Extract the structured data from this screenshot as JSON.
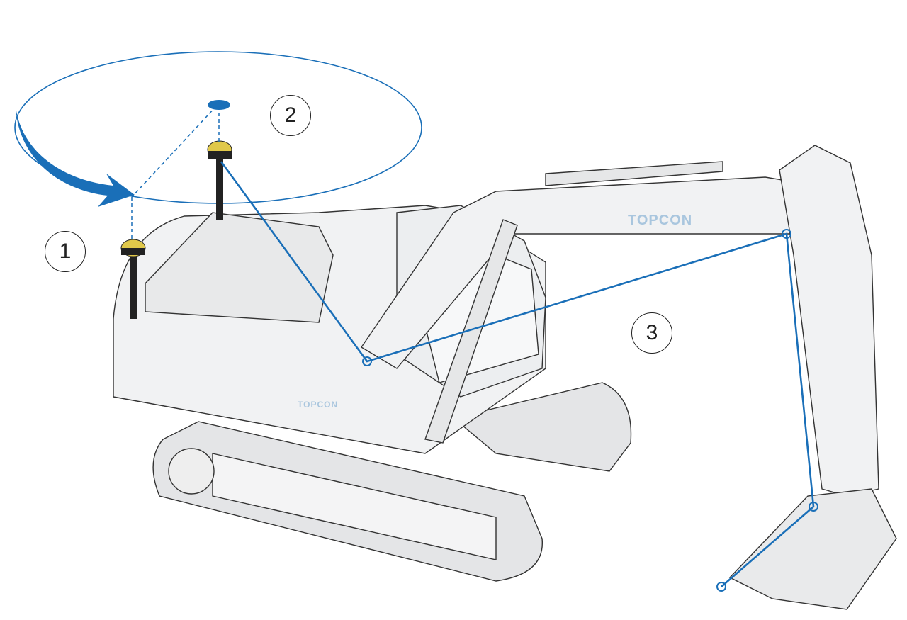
{
  "callouts": [
    {
      "label": "1"
    },
    {
      "label": "2"
    },
    {
      "label": "3"
    }
  ],
  "logos": {
    "boom": "TOPCON",
    "body": "TOPCON"
  },
  "colors": {
    "accent": "#1a6fb8",
    "antenna": "#e0c84a",
    "outline": "#333333",
    "body": "#f1f2f3"
  }
}
